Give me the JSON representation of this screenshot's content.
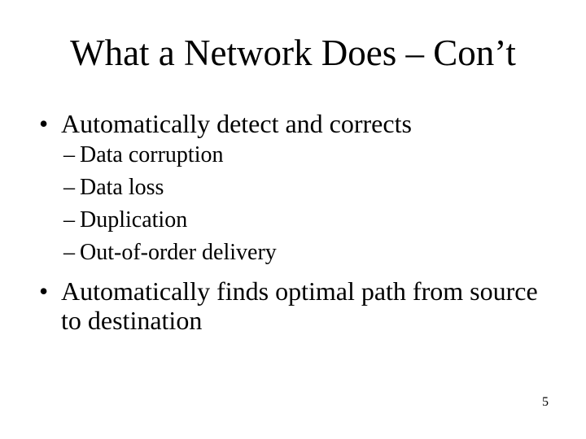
{
  "slide": {
    "title": "What a Network Does – Con’t",
    "bullet_char": "•",
    "sub_bullet_char": "–",
    "bullets": [
      {
        "label": "Automatically detect and corrects",
        "sub": [
          "Data corruption",
          "Data loss",
          "Duplication",
          "Out-of-order delivery"
        ]
      },
      {
        "label": "Automatically finds optimal path from source to destination",
        "sub": []
      }
    ],
    "page_number": "5",
    "colors": {
      "background": "#ffffff",
      "text": "#000000"
    }
  }
}
